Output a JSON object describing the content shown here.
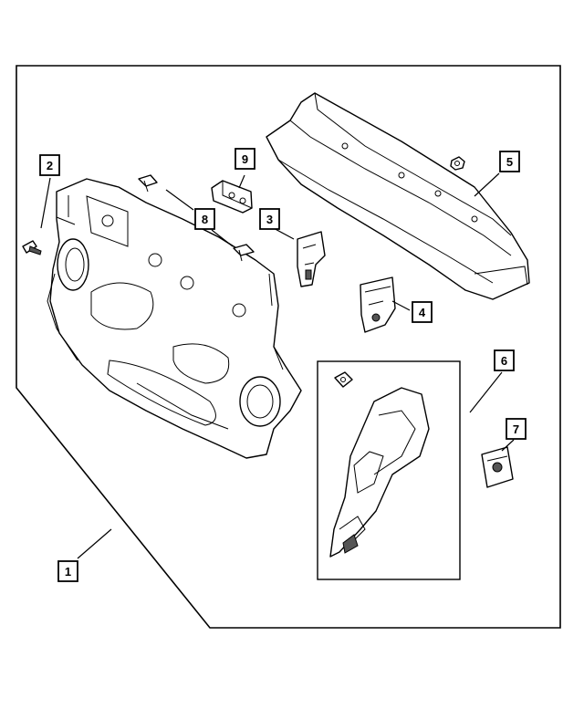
{
  "colors": {
    "line": "#000000",
    "background": "#ffffff",
    "shade": "#555555"
  },
  "callouts": [
    {
      "id": "1",
      "label": "1"
    },
    {
      "id": "2",
      "label": "2"
    },
    {
      "id": "3",
      "label": "3"
    },
    {
      "id": "4",
      "label": "4"
    },
    {
      "id": "5",
      "label": "5"
    },
    {
      "id": "6",
      "label": "6"
    },
    {
      "id": "7",
      "label": "7"
    },
    {
      "id": "8",
      "label": "8"
    },
    {
      "id": "9",
      "label": "9"
    }
  ]
}
